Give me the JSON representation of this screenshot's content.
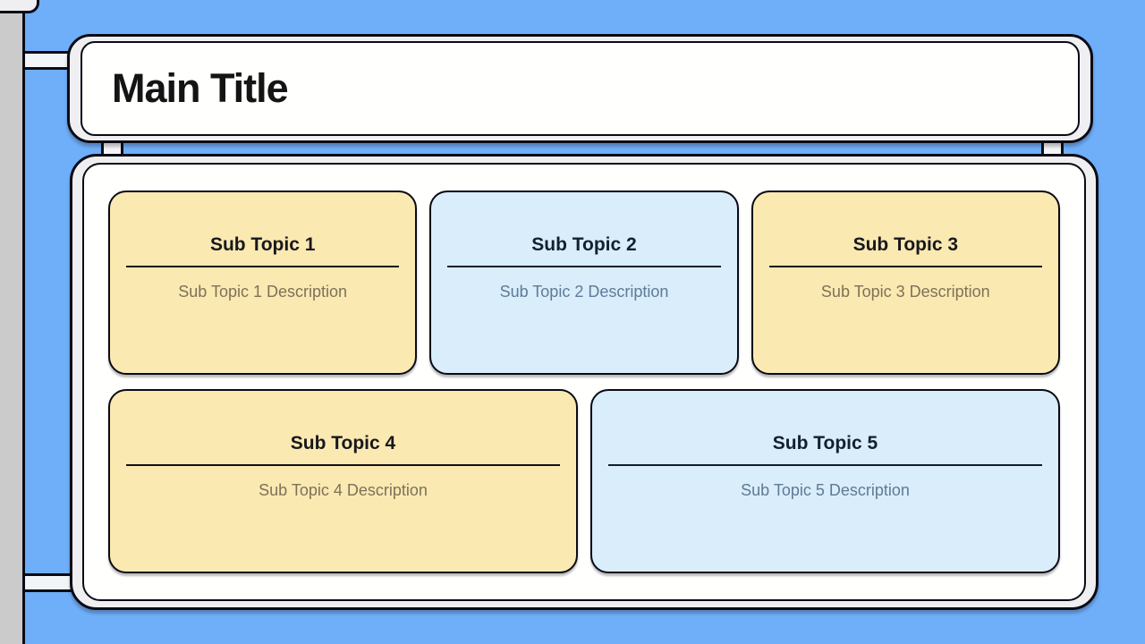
{
  "colors": {
    "background": "#6FAEF8",
    "sidebar": "#CBCBCB",
    "frame": "#EFEFF2",
    "border": "#0B0B14",
    "title_text": "#141414",
    "card_yellow": "#FBE9B2",
    "card_blue": "#D9EDFB",
    "desc_on_yellow": "#7D7258",
    "desc_on_blue": "#5E7B96"
  },
  "header": {
    "title": "Main Title"
  },
  "cards": [
    {
      "title": "Sub Topic 1",
      "description": "Sub Topic 1 Description",
      "variant": "yellow"
    },
    {
      "title": "Sub Topic 2",
      "description": "Sub Topic 2 Description",
      "variant": "blue"
    },
    {
      "title": "Sub Topic 3",
      "description": "Sub Topic 3 Description",
      "variant": "yellow"
    },
    {
      "title": "Sub Topic 4",
      "description": "Sub Topic 4 Description",
      "variant": "yellow"
    },
    {
      "title": "Sub Topic 5",
      "description": "Sub Topic 5 Description",
      "variant": "blue"
    }
  ]
}
